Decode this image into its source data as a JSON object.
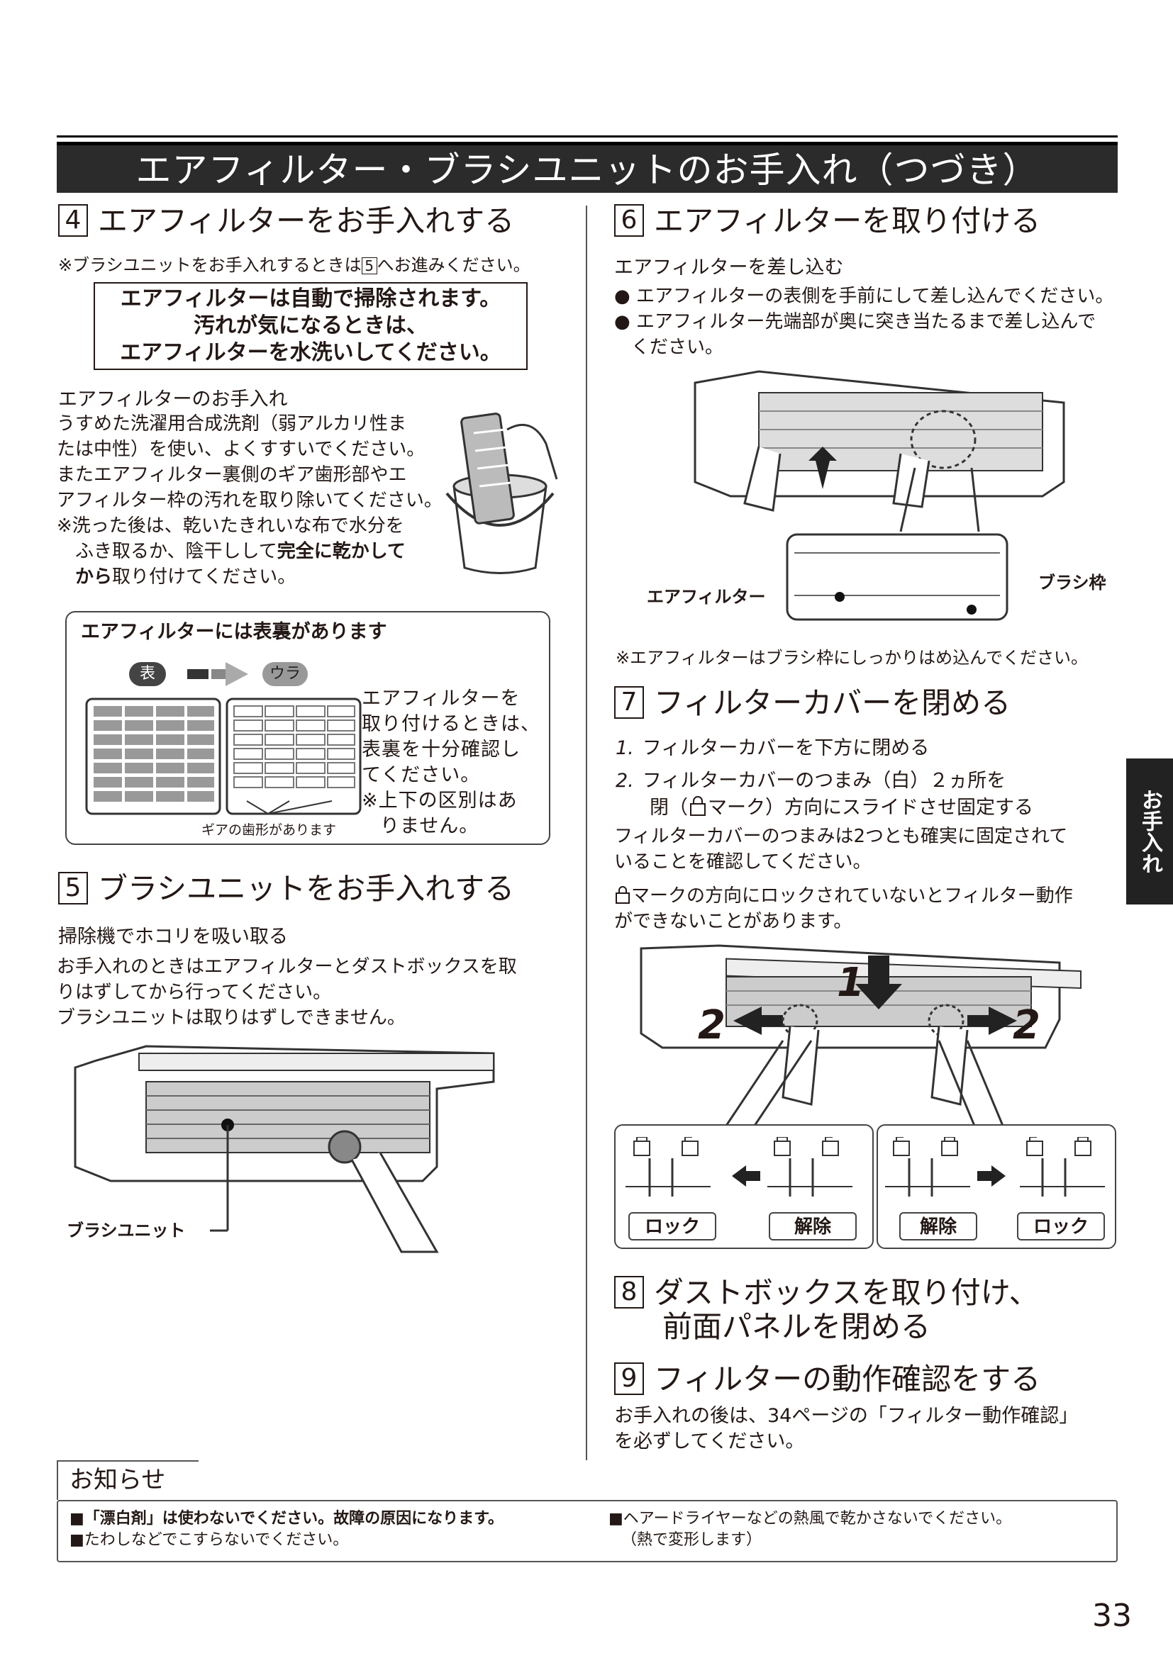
{
  "title": "エアフィルター・ブラシユニットのお手入れ（つづき）",
  "side_tab": "お手入れ",
  "page_number": "33",
  "step4": {
    "num": "4",
    "heading": "エアフィルターをお手入れする",
    "note": "※ブラシユニットをお手入れするときは",
    "note_ref": "5",
    "note_end": "へお進みください。",
    "box_line1": "エアフィルターは自動で掃除されます。",
    "box_line2": "汚れが気になるときは、",
    "box_line3": "エアフィルターを水洗いしてください。",
    "subhead": "エアフィルターのお手入れ",
    "body1": "うすめた洗濯用合成洗剤（弱アルカリ性ま",
    "body2": "たは中性）を使い、よくすすいでください。",
    "body3": "またエアフィルター裏側のギア歯形部やエ",
    "body4": "アフィルター枠の汚れを取り除いてください。",
    "body5": "※洗った後は、乾いたきれいな布で水分を",
    "body6a": "ふき取るか、陰干しして",
    "body6b": "完全に乾かして",
    "body7a": "から",
    "body7b": "取り付けてください。",
    "panel_title": "エアフィルターには表裏があります",
    "front_label": "表",
    "back_label": "ウラ",
    "panel_t1": "エアフィルターを",
    "panel_t2": "取り付けるときは、",
    "panel_t3": "表裏を十分確認し",
    "panel_t4": "てください。",
    "panel_t5": "※上下の区別はあ",
    "panel_t6": "りません。",
    "gear_caption": "ギアの歯形があります"
  },
  "step5": {
    "num": "5",
    "heading": "ブラシユニットをお手入れする",
    "subhead": "掃除機でホコリを吸い取る",
    "body1": "お手入れのときはエアフィルターとダストボックスを取",
    "body2": "りはずしてから行ってください。",
    "body3": "ブラシユニットは取りはずしできません。",
    "callout": "ブラシユニット"
  },
  "step6": {
    "num": "6",
    "heading": "エアフィルターを取り付ける",
    "subhead": "エアフィルターを差し込む",
    "bullet1": "エアフィルターの表側を手前にして差し込んでください。",
    "bullet2a": "エアフィルター先端部が奥に突き当たるまで差し込んで",
    "bullet2b": "ください。",
    "callout_filter": "エアフィルター",
    "callout_brush": "ブラシ枠",
    "note": "※エアフィルターはブラシ枠にしっかりはめ込んでください。"
  },
  "step7": {
    "num": "7",
    "heading": "フィルターカバーを閉める",
    "item1_num": "1.",
    "item1": "フィルターカバーを下方に閉める",
    "item2_num": "2.",
    "item2a": "フィルターカバーのつまみ（白）２ヵ所を",
    "item2b_pre": "閉（",
    "item2b_post": "マーク）方向にスライドさせ固定する",
    "body1": "フィルターカバーのつまみは2つとも確実に固定されて",
    "body2": "いることを確認してください。",
    "body3": "マークの方向にロックされていないとフィルター動作",
    "body4": "ができないことがあります。",
    "marker1": "1",
    "marker2": "2",
    "lock": "ロック",
    "release": "解除"
  },
  "step8": {
    "num": "8",
    "heading1": "ダストボックスを取り付け、",
    "heading2": "前面パネルを閉める"
  },
  "step9": {
    "num": "9",
    "heading": "フィルターの動作確認をする",
    "body1": "お手入れの後は、34ページの「フィルター動作確認」",
    "body2": "を必ずしてください。"
  },
  "notice": {
    "tag": "お知らせ",
    "item1": "■「漂白剤」は使わないでください。故障の原因になります。",
    "item2": "■たわしなどでこすらないでください。",
    "item3": "■ヘアードライヤーなどの熱風で乾かさないでください。",
    "item4": "（熱で変形します）"
  }
}
